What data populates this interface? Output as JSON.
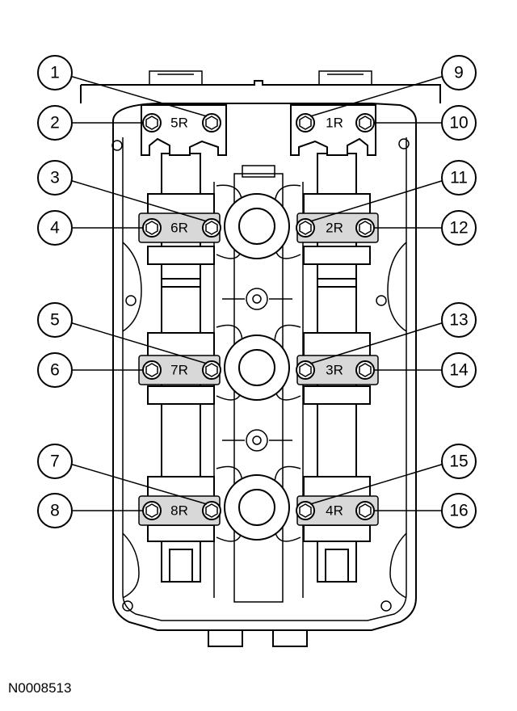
{
  "figure_id": "N0008513",
  "callouts": [
    "1",
    "2",
    "3",
    "4",
    "5",
    "6",
    "7",
    "8",
    "9",
    "10",
    "11",
    "12",
    "13",
    "14",
    "15",
    "16"
  ],
  "cap_labels": [
    "5R",
    "6R",
    "7R",
    "8R",
    "1R",
    "2R",
    "3R",
    "4R"
  ],
  "colors": {
    "line": "#000000",
    "background": "#ffffff",
    "shade": "#d8d8d8"
  }
}
